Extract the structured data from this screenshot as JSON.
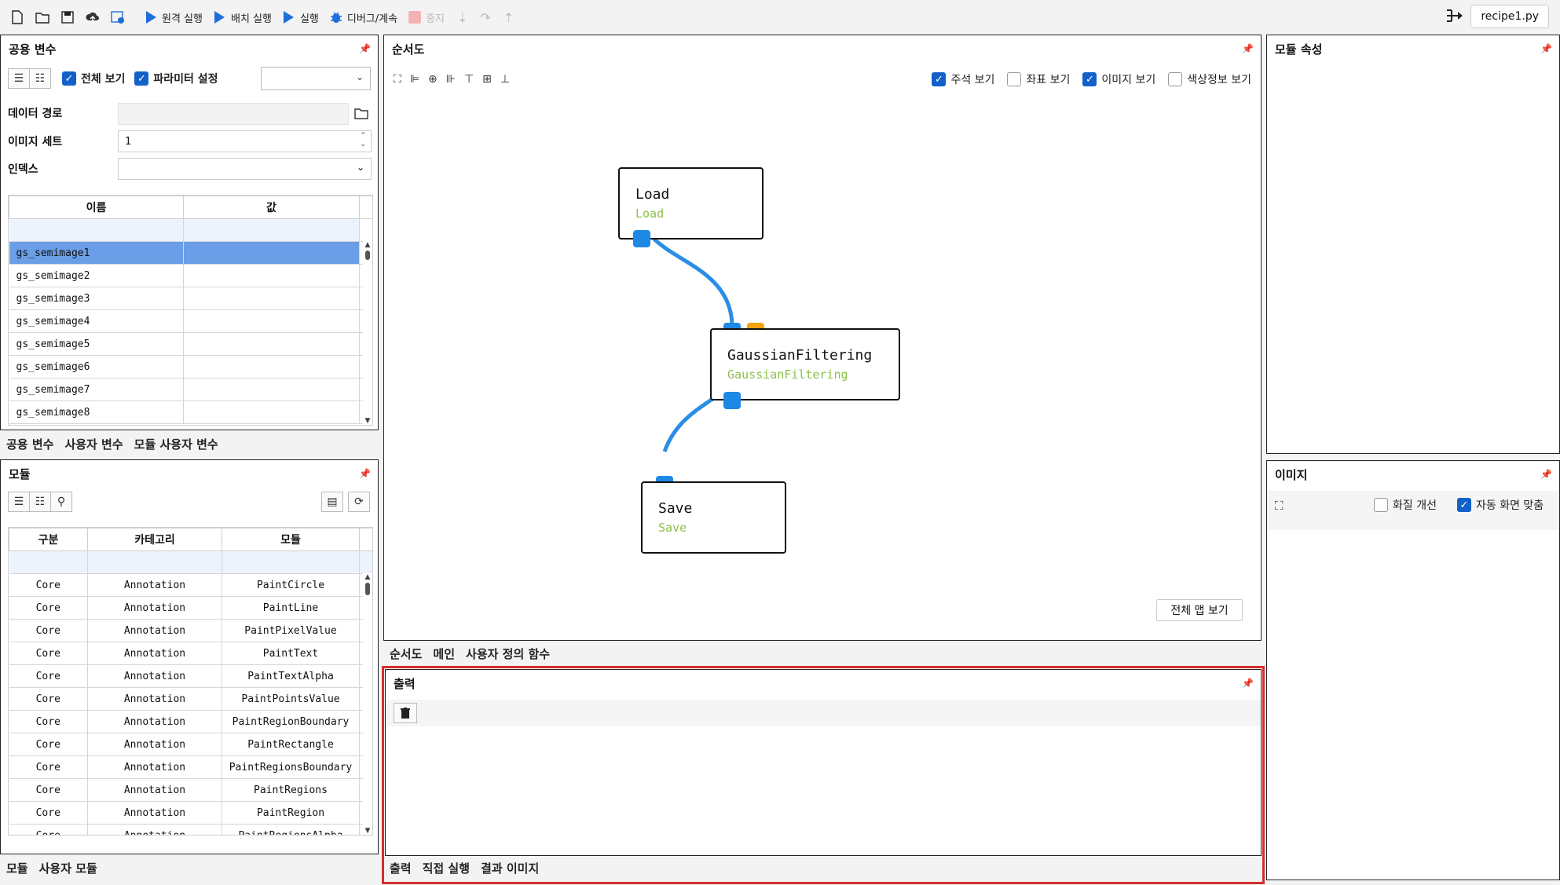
{
  "toolbar": {
    "remote_run": "원격 실행",
    "batch_run": "배치 실행",
    "run": "실행",
    "debug_continue": "디버그/계속",
    "stop": "중지",
    "file_tab": "recipe1.py"
  },
  "shared_vars": {
    "title": "공용 변수",
    "show_all": "전체 보기",
    "param_settings": "파라미터 설정",
    "data_path_label": "데이터 경로",
    "data_path_value": "",
    "image_set_label": "이미지 세트",
    "image_set_value": "1",
    "index_label": "인덱스",
    "index_value": "",
    "col_name": "이름",
    "col_value": "값",
    "rows": [
      "gs_semimage1",
      "gs_semimage2",
      "gs_semimage3",
      "gs_semimage4",
      "gs_semimage5",
      "gs_semimage6",
      "gs_semimage7",
      "gs_semimage8"
    ],
    "tabs": [
      "공용 변수",
      "사용자 변수",
      "모듈 사용자 변수"
    ]
  },
  "modules": {
    "title": "모듈",
    "col_kind": "구분",
    "col_category": "카테고리",
    "col_module": "모듈",
    "rows": [
      [
        "Core",
        "Annotation",
        "PaintCircle"
      ],
      [
        "Core",
        "Annotation",
        "PaintLine"
      ],
      [
        "Core",
        "Annotation",
        "PaintPixelValue"
      ],
      [
        "Core",
        "Annotation",
        "PaintText"
      ],
      [
        "Core",
        "Annotation",
        "PaintTextAlpha"
      ],
      [
        "Core",
        "Annotation",
        "PaintPointsValue"
      ],
      [
        "Core",
        "Annotation",
        "PaintRegionBoundary"
      ],
      [
        "Core",
        "Annotation",
        "PaintRectangle"
      ],
      [
        "Core",
        "Annotation",
        "PaintRegionsBoundary"
      ],
      [
        "Core",
        "Annotation",
        "PaintRegions"
      ],
      [
        "Core",
        "Annotation",
        "PaintRegion"
      ],
      [
        "Core",
        "Annotation",
        "PaintRegionsAlpha"
      ]
    ],
    "tabs": [
      "모듈",
      "사용자 모듈"
    ]
  },
  "flowchart": {
    "title": "순서도",
    "show_annotation": "주석 보기",
    "show_coords": "좌표 보기",
    "show_image": "이미지 보기",
    "show_color_info": "색상정보 보기",
    "full_map": "전체 맵 보기",
    "nodes": [
      {
        "name": "Load",
        "sub": "Load"
      },
      {
        "name": "GaussianFiltering",
        "sub": "GaussianFiltering"
      },
      {
        "name": "Save",
        "sub": "Save"
      }
    ],
    "tabs": [
      "순서도",
      "메인",
      "사용자 정의 함수"
    ]
  },
  "output": {
    "title": "출력",
    "tabs": [
      "출력",
      "직접 실행",
      "결과 이미지"
    ]
  },
  "module_props": {
    "title": "모듈 속성"
  },
  "image_panel": {
    "title": "이미지",
    "quality": "화질 개선",
    "auto_fit": "자동 화면 맞춤"
  },
  "colors": {
    "accent": "#1361c8",
    "port_blue": "#1e88e5",
    "port_orange": "#f5a10a",
    "sub_green": "#8cc04a",
    "highlight_red": "#d32f2f"
  }
}
